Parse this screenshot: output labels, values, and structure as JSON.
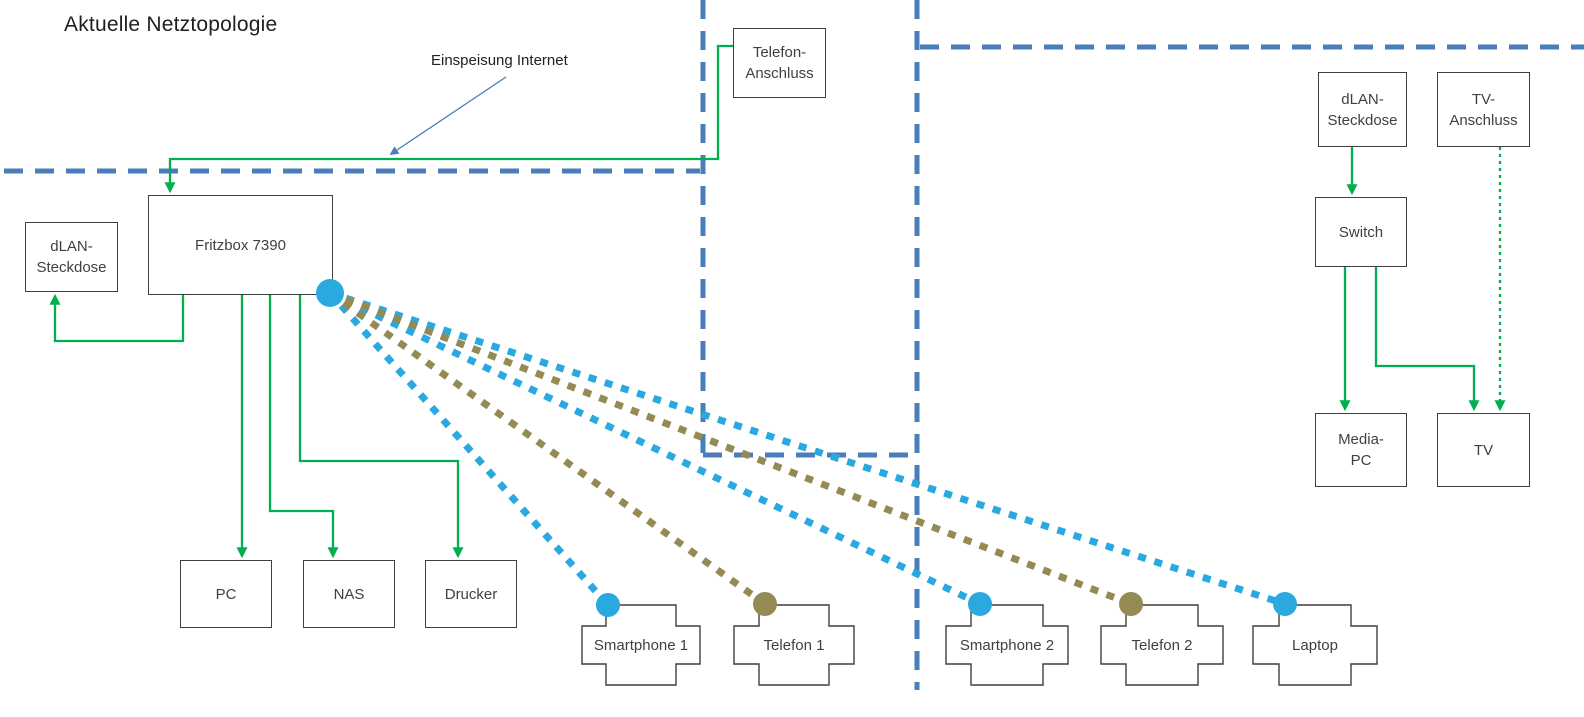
{
  "title": "Aktuelle Netztopologie",
  "labels": {
    "einspeisung_internet": "Einspeisung Internet"
  },
  "boxes": {
    "telefon_anschluss": {
      "line1": "Telefon-",
      "line2": "Anschluss"
    },
    "dlan_left": {
      "line1": "dLAN-",
      "line2": "Steckdose"
    },
    "fritzbox": {
      "line1": "Fritzbox 7390"
    },
    "pc": {
      "line1": "PC"
    },
    "nas": {
      "line1": "NAS"
    },
    "drucker": {
      "line1": "Drucker"
    },
    "dlan_right": {
      "line1": "dLAN-",
      "line2": "Steckdose"
    },
    "tv_anschluss": {
      "line1": "TV-",
      "line2": "Anschluss"
    },
    "switch": {
      "line1": "Switch"
    },
    "media_pc": {
      "line1": "Media-",
      "line2": "PC"
    },
    "tv": {
      "line1": "TV"
    }
  },
  "devices": {
    "smartphone1": "Smartphone 1",
    "telefon1": "Telefon 1",
    "smartphone2": "Smartphone 2",
    "telefon2": "Telefon 2",
    "laptop": "Laptop"
  },
  "colors": {
    "green": "#00B050",
    "boundary_blue": "#4A7EBB",
    "wifi_blue": "#2AA9E0",
    "dect_olive": "#948A54",
    "box_border": "#3F3F3F",
    "text": "#404040",
    "title_text": "#1F1F1F"
  }
}
